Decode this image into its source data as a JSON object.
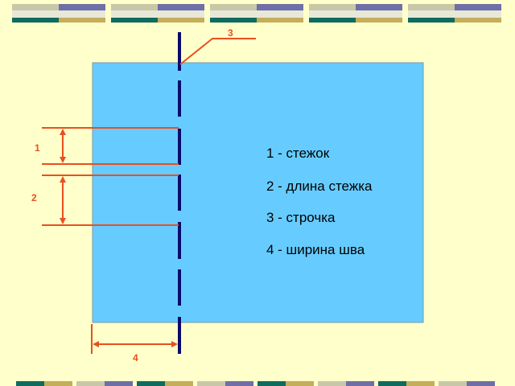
{
  "colors": {
    "background": "#FFFFCC",
    "fabric": "#66CCFF",
    "stitch": "#0A0A6E",
    "annotation": "#E8501E",
    "deco_dark_teal": "#0E6B5E",
    "deco_olive": "#C4AE5A",
    "deco_purple": "#6E6EA8",
    "deco_light": "#C8C8A8",
    "deco_pale": "#E8E8D8"
  },
  "labels": {
    "one": "1",
    "two": "2",
    "three": "3",
    "four": "4"
  },
  "legend": {
    "item1": "1 - стежок",
    "item2": "2 - длина стежка",
    "item3": "3 - строчка",
    "item4": "4 - ширина шва"
  }
}
